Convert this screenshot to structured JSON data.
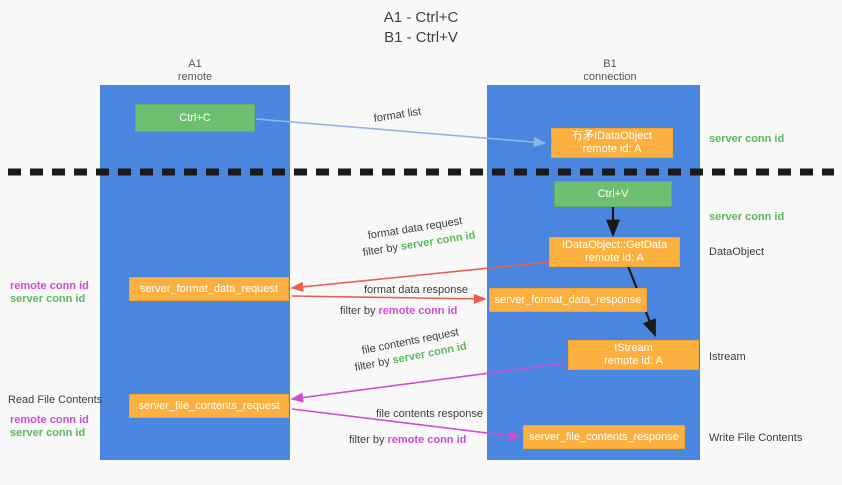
{
  "title": {
    "line1": "A1 - Ctrl+C",
    "line2": "B1 - Ctrl+V"
  },
  "columns": [
    {
      "name": "A1",
      "sub": "remote"
    },
    {
      "name": "B1",
      "sub": "connection"
    }
  ],
  "colors": {
    "lane": "#4a86e0",
    "green_box": "#6fbf73",
    "orange_box": "#fbb040",
    "server_conn_id": "#5cb85c",
    "remote_conn_id": "#cc4fd0",
    "arrow_blue": "#8ab6e8",
    "arrow_red": "#e8604c",
    "arrow_magenta": "#cc4fd0",
    "arrow_black": "#1a1a1a",
    "background": "#f8f8f8"
  },
  "boxes": {
    "ctrl_c": {
      "line1": "Ctrl+C",
      "line2": ""
    },
    "register_dataobject": {
      "line1": "冇⽭IDataObject",
      "line2": "remote id: A"
    },
    "ctrl_v": {
      "line1": "Ctrl+V",
      "line2": ""
    },
    "getdata": {
      "line1": "IDataObject::GetData",
      "line2": "remote id: A"
    },
    "server_format_data_request": {
      "line1": "server_format_data_request",
      "line2": ""
    },
    "server_format_data_response": {
      "line1": "server_format_data_response",
      "line2": ""
    },
    "istream": {
      "line1": "IStream",
      "line2": "remote id: A"
    },
    "server_file_contents_request": {
      "line1": "server_file_contents_request",
      "line2": ""
    },
    "server_file_contents_response": {
      "line1": "server_file_contents_response",
      "line2": ""
    }
  },
  "arrow_labels": {
    "format_list": "format list",
    "format_data_request": "format data request",
    "format_data_request_filter_prefix": "filter by ",
    "format_data_request_filter_value": "server conn id",
    "format_data_response": "format data response",
    "format_data_response_filter_prefix": "filter by ",
    "format_data_response_filter_value": "remote conn id",
    "file_contents_request": "file contents request",
    "file_contents_request_filter_prefix": "filter by ",
    "file_contents_request_filter_value": "server conn id",
    "file_contents_response": "file contents response",
    "file_contents_response_filter_prefix": "filter by ",
    "file_contents_response_filter_value": "remote conn id"
  },
  "right_labels": {
    "server_conn_id_top": "server conn id",
    "server_conn_id_mid": "server conn id",
    "dataobject": "DataObject",
    "istream": "Istream",
    "write_file_contents": "Write File Contents"
  },
  "left_labels": {
    "remote_conn_id_1": "remote conn id",
    "server_conn_id_1": "server conn id",
    "read_file_contents": "Read File Contents",
    "remote_conn_id_2": "remote conn id",
    "server_conn_id_2": "server conn id"
  }
}
